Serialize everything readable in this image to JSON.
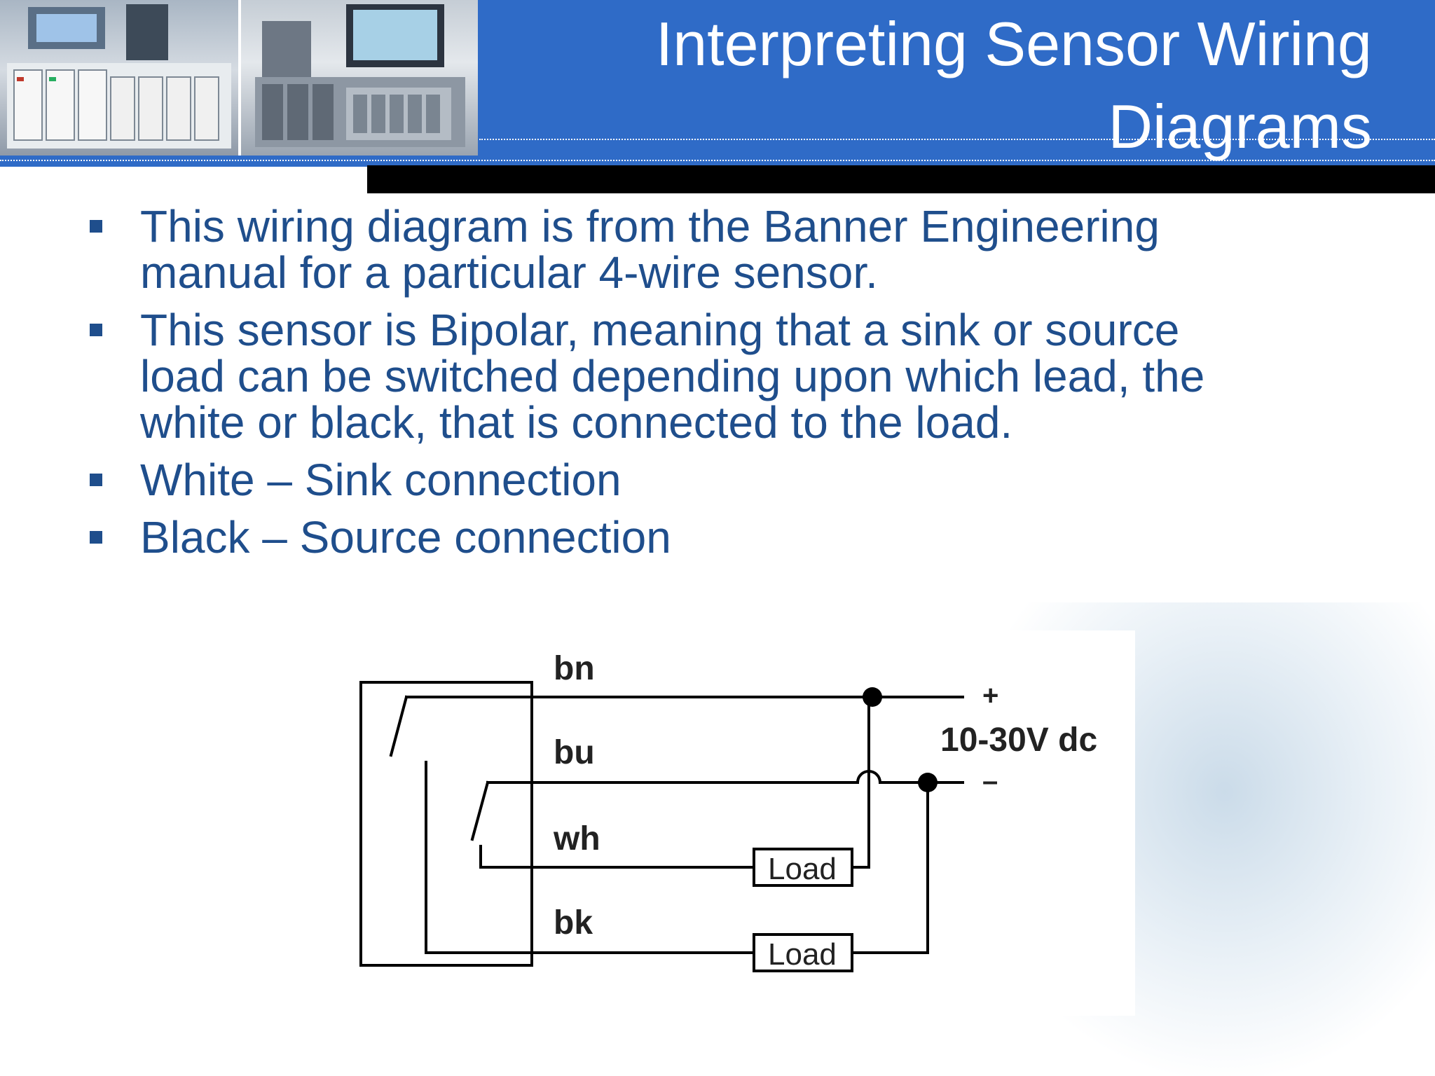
{
  "slide": {
    "title_line1": "Interpreting Sensor Wiring",
    "title_line2": "Diagrams"
  },
  "bullets": [
    {
      "line1": "This wiring diagram is from the Banner Engineering",
      "line2": "manual for a particular 4-wire sensor.",
      "line3": ""
    },
    {
      "line1": "This sensor is Bipolar, meaning that a sink or source",
      "line2": "load can be switched depending upon which lead, the",
      "line3": "white or black, that is connected to the load."
    },
    {
      "line1": "White – Sink connection",
      "line2": "",
      "line3": ""
    },
    {
      "line1": "Black – Source connection",
      "line2": "",
      "line3": ""
    }
  ],
  "diagram": {
    "wire_labels": {
      "bn": "bn",
      "bu": "bu",
      "wh": "wh",
      "bk": "bk"
    },
    "load_label_1": "Load",
    "load_label_2": "Load",
    "plus_label": "+",
    "minus_label": "–",
    "supply_label": "10-30V dc"
  },
  "colors": {
    "header_blue": "#2f6bc7",
    "bullet_text": "#1f4e8c"
  }
}
